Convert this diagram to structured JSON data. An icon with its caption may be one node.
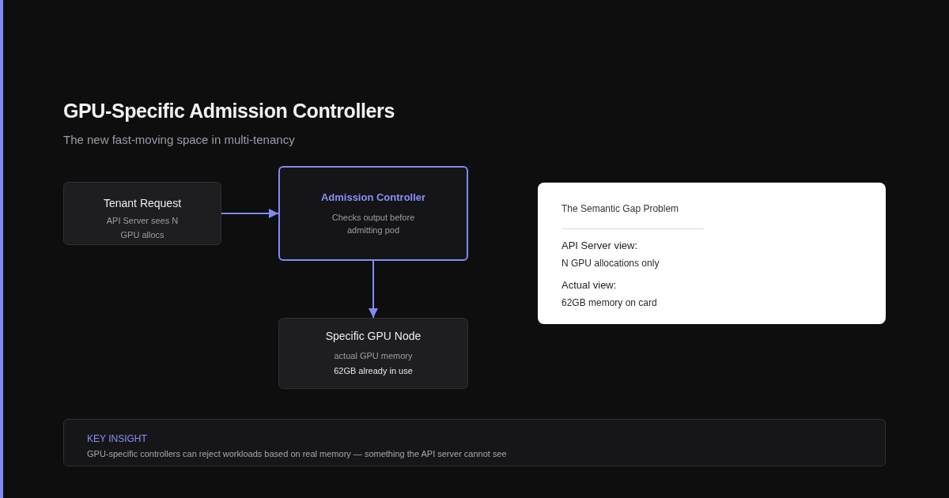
{
  "diagram": {
    "title": "GPU-Specific Admission Controllers",
    "nodes": [
      {
        "text": [
          "Tenant Request",
          "API Server sees N GPU allocs"
        ]
      },
      {
        "text": [
          "Admission Controller",
          "Checks output before admitting pod"
        ]
      },
      {
        "text": [
          "Specific GPU Node",
          "actual GPU memory",
          "62GB already in use"
        ]
      },
      {
        "text": [
          "The Semantic Gap Problem",
          "API Server view:",
          "N GPU allocations only",
          "Actual view:",
          "62GB memory on card"
        ]
      },
      {
        "text": [
          "KEY INSIGHT",
          "GPU-specific controllers can reject workloads based on real memory — something the API server cannot see"
        ]
      }
    ],
    "edges": [
      {
        "from": 0,
        "to": 1,
        "arrow": "to"
      },
      {
        "from": 1,
        "to": 2,
        "arrow": "to"
      }
    ],
    "labels": [
      "The new fast-moving space in multi-tenancy"
    ]
  }
}
